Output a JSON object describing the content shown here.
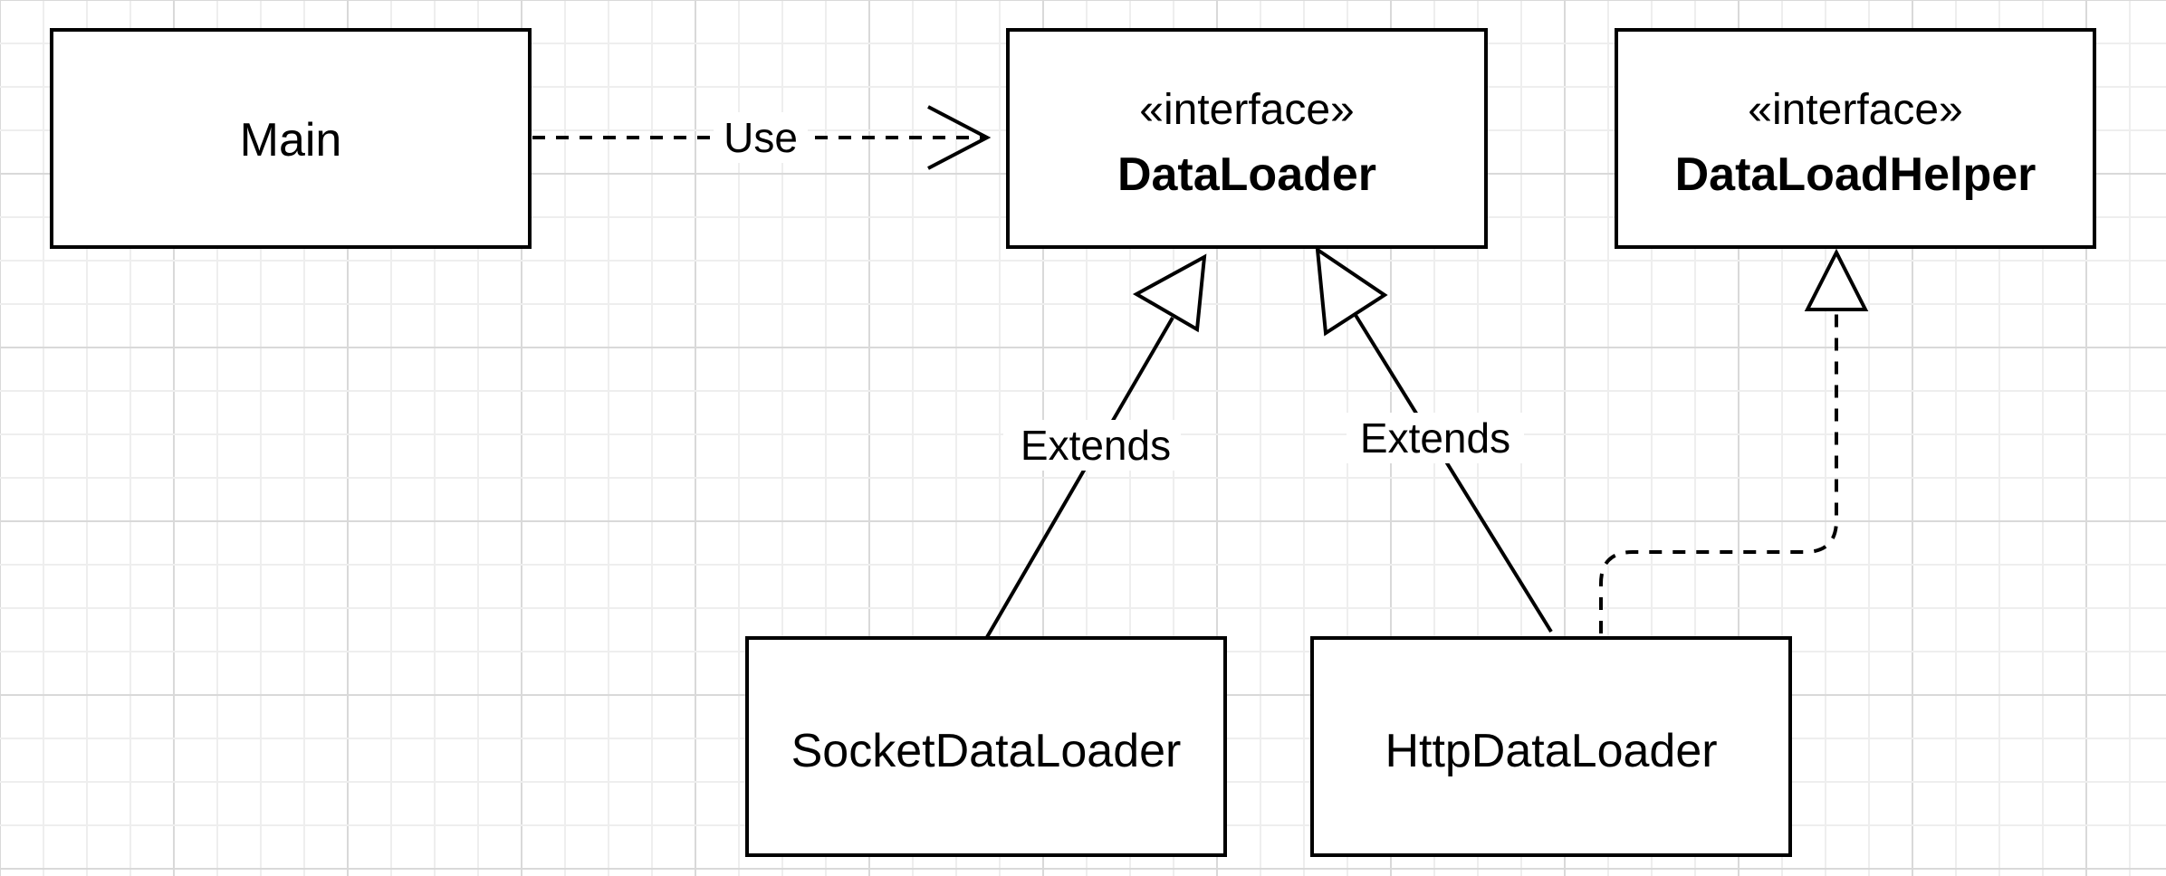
{
  "diagram": {
    "classes": {
      "main": {
        "name": "Main"
      },
      "data_loader": {
        "stereotype": "«interface»",
        "name": "DataLoader"
      },
      "data_load_helper": {
        "stereotype": "«interface»",
        "name": "DataLoadHelper"
      },
      "socket_data_loader": {
        "name": "SocketDataLoader"
      },
      "http_data_loader": {
        "name": "HttpDataLoader"
      }
    },
    "relations": {
      "main_uses_data_loader": {
        "label": "Use"
      },
      "socket_extends_data_loader": {
        "label": "Extends"
      },
      "http_extends_data_loader": {
        "label": "Extends"
      }
    }
  },
  "colors": {
    "background": "#ffffff",
    "grid_minor": "#eeeeee",
    "grid_major": "#d9d9d9",
    "stroke": "#000000"
  }
}
